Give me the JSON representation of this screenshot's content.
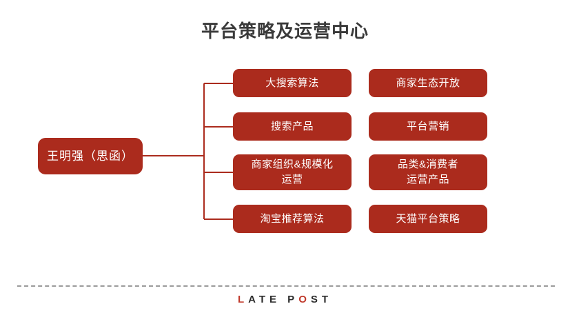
{
  "page": {
    "title": "平台策略及运营中心",
    "background": "#ffffff",
    "accent_color": "#ab2b1d",
    "title_color": "#3a3a3a"
  },
  "org_chart": {
    "root": {
      "label": "王明强（思函）"
    },
    "columns": [
      {
        "name": "left-column",
        "nodes": [
          {
            "label": "大搜索算法"
          },
          {
            "label": "搜索产品"
          },
          {
            "label": "商家组织&规模化\n运营"
          },
          {
            "label": "淘宝推荐算法"
          }
        ]
      },
      {
        "name": "right-column",
        "nodes": [
          {
            "label": "商家生态开放"
          },
          {
            "label": "平台营销"
          },
          {
            "label": "品类&消费者\n运营产品"
          },
          {
            "label": "天猫平台策略"
          }
        ]
      }
    ]
  },
  "footer": {
    "logo_prefix": "L",
    "logo_mid": "ATE P",
    "logo_accent": "O",
    "logo_suffix": "ST",
    "logo_full": "LATE POST",
    "divider_color": "#9a9a9a"
  }
}
